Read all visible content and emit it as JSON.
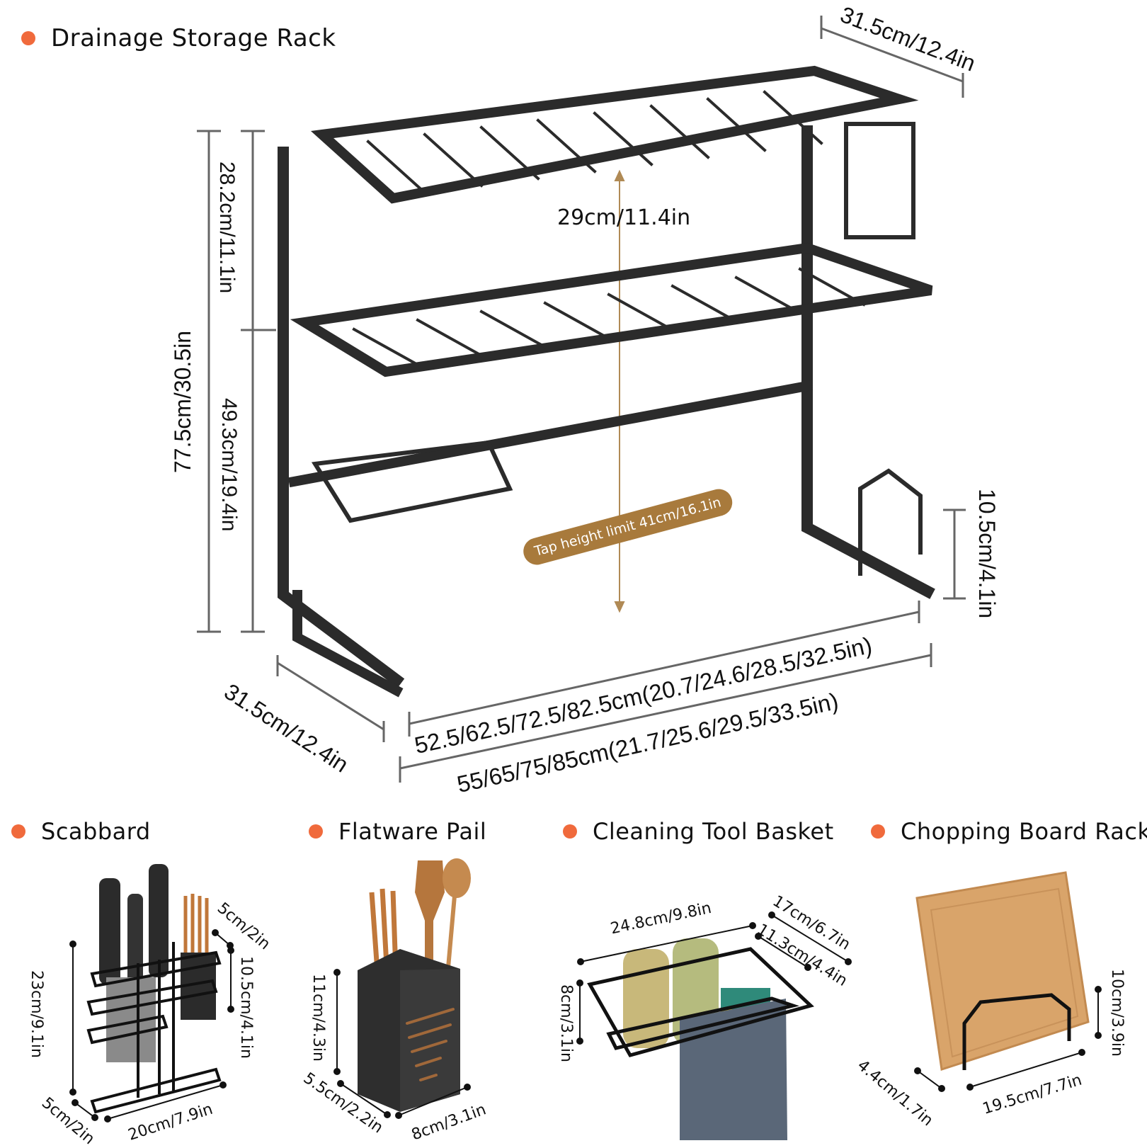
{
  "colors": {
    "bullet": "#f06a3c",
    "rack": "#2b2b2b",
    "tap_badge": "#a87a3c",
    "wood": "#d9a46a",
    "towel": "#5a6778",
    "dim_line": "#666666"
  },
  "main": {
    "title": "Drainage Storage Rack",
    "dims": {
      "depth_top": "31.5cm/12.4in",
      "depth_bottom": "31.5cm/12.4in",
      "total_height": "77.5cm/30.5in",
      "upper_tier": "28.2cm/11.1in",
      "lower_section": "49.3cm/19.4in",
      "tier_gap": "29cm/11.4in",
      "tap_limit": "Tap height limit 41cm/16.1in",
      "leg_height": "10.5cm/4.1in",
      "inner_width": "52.5/62.5/72.5/82.5cm(20.7/24.6/28.5/32.5in)",
      "outer_width": "55/65/75/85cm(21.7/25.6/29.5/33.5in)"
    }
  },
  "accessories": [
    {
      "title": "Scabbard",
      "dims": [
        "23cm/9.1in",
        "5cm/2in",
        "10.5cm/4.1in",
        "5cm/2in",
        "20cm/7.9in"
      ]
    },
    {
      "title": "Flatware Pail",
      "dims": [
        "11cm/4.3in",
        "5.5cm/2.2in",
        "8cm/3.1in"
      ]
    },
    {
      "title": "Cleaning Tool Basket",
      "dims": [
        "24.8cm/9.8in",
        "17cm/6.7in",
        "11.3cm/4.4in",
        "8cm/3.1in"
      ]
    },
    {
      "title": "Chopping Board Rack",
      "dims": [
        "10cm/3.9in",
        "4.4cm/1.7in",
        "19.5cm/7.7in"
      ]
    }
  ]
}
